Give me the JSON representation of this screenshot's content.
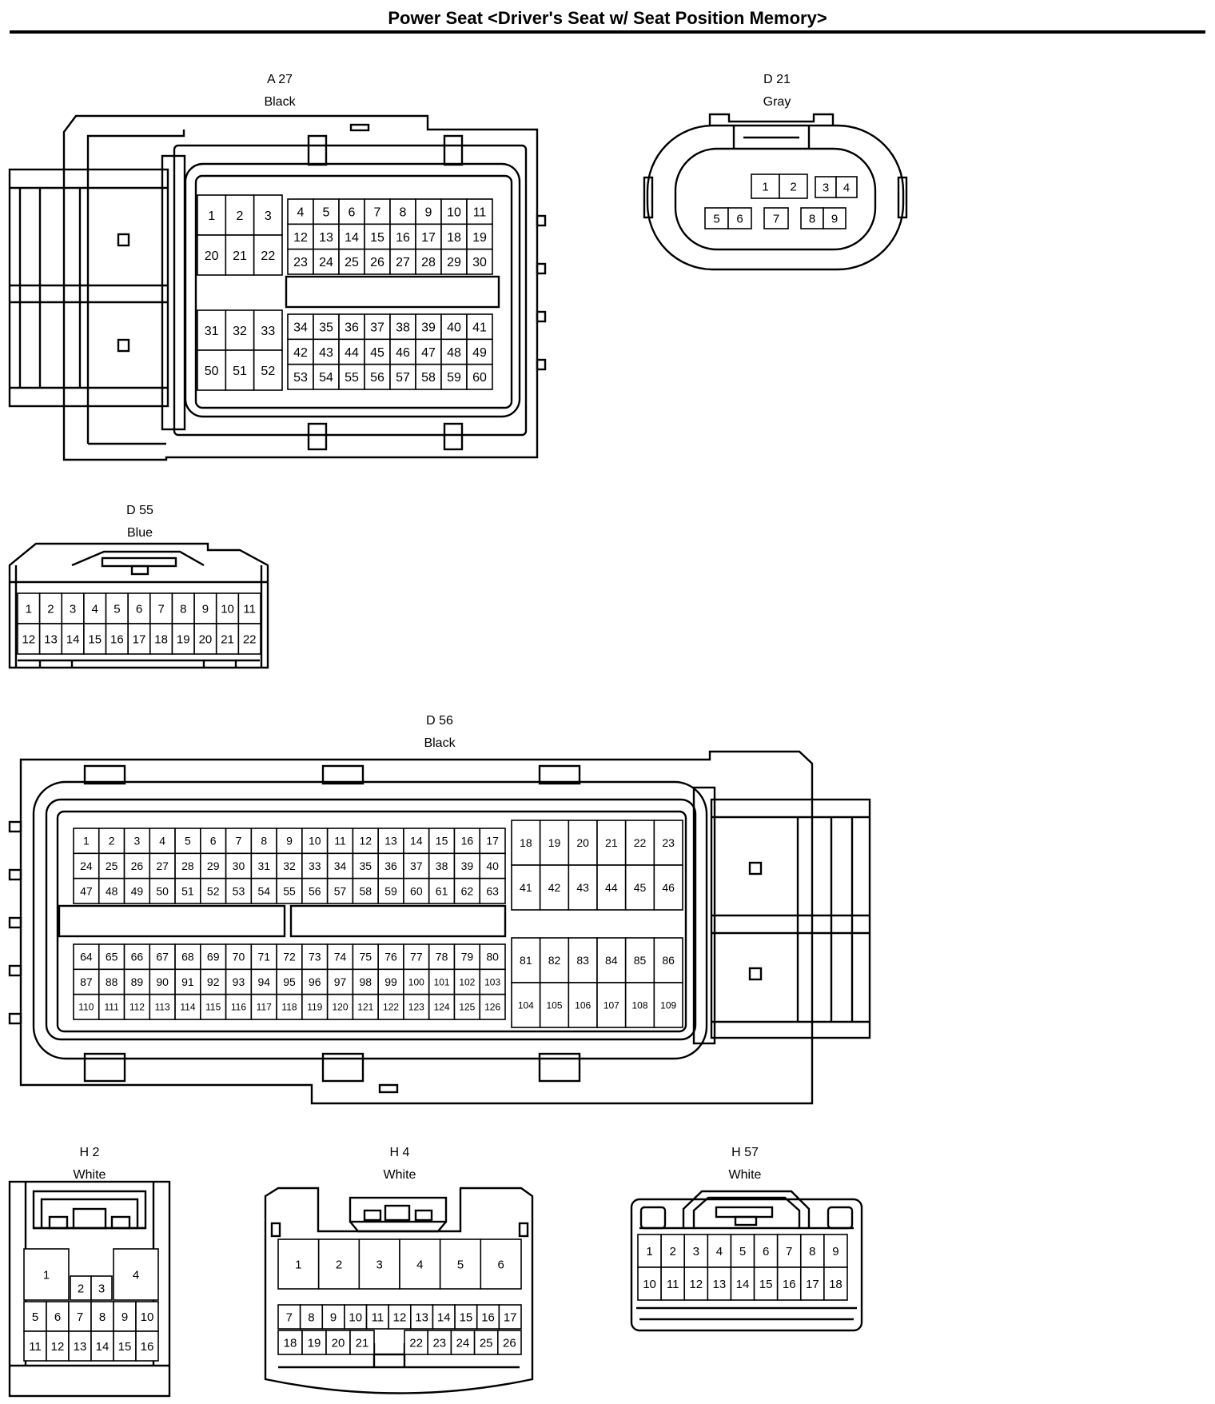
{
  "page": {
    "title": "Power Seat <Driver's Seat w/ Seat Position Memory>"
  },
  "connectors": [
    {
      "id": "A 27",
      "color": "Black",
      "blocks": [
        {
          "rows": [
            [
              "1",
              "2",
              "3"
            ],
            [
              "20",
              "21",
              "22"
            ]
          ]
        },
        {
          "rows": [
            [
              "4",
              "5",
              "6",
              "7",
              "8",
              "9",
              "10",
              "11"
            ],
            [
              "12",
              "13",
              "14",
              "15",
              "16",
              "17",
              "18",
              "19"
            ],
            [
              "23",
              "24",
              "25",
              "26",
              "27",
              "28",
              "29",
              "30"
            ]
          ]
        },
        {
          "rows": [
            [
              "31",
              "32",
              "33"
            ],
            [
              "50",
              "51",
              "52"
            ]
          ]
        },
        {
          "rows": [
            [
              "34",
              "35",
              "36",
              "37",
              "38",
              "39",
              "40",
              "41"
            ],
            [
              "42",
              "43",
              "44",
              "45",
              "46",
              "47",
              "48",
              "49"
            ],
            [
              "53",
              "54",
              "55",
              "56",
              "57",
              "58",
              "59",
              "60"
            ]
          ]
        }
      ]
    },
    {
      "id": "D 21",
      "color": "Gray",
      "blocks": [
        {
          "rows": [
            [
              "1",
              "2"
            ]
          ]
        },
        {
          "rows": [
            [
              "3",
              "4"
            ]
          ]
        },
        {
          "rows": [
            [
              "5",
              "6"
            ]
          ]
        },
        {
          "rows": [
            [
              "7"
            ]
          ]
        },
        {
          "rows": [
            [
              "8",
              "9"
            ]
          ]
        }
      ]
    },
    {
      "id": "D 55",
      "color": "Blue",
      "blocks": [
        {
          "rows": [
            [
              "1",
              "2",
              "3",
              "4",
              "5",
              "6",
              "7",
              "8",
              "9",
              "10",
              "11"
            ],
            [
              "12",
              "13",
              "14",
              "15",
              "16",
              "17",
              "18",
              "19",
              "20",
              "21",
              "22"
            ]
          ]
        }
      ]
    },
    {
      "id": "D 56",
      "color": "Black",
      "blocks": [
        {
          "rows": [
            [
              "1",
              "2",
              "3",
              "4",
              "5",
              "6",
              "7",
              "8",
              "9",
              "10",
              "11",
              "12",
              "13",
              "14",
              "15",
              "16",
              "17"
            ],
            [
              "24",
              "25",
              "26",
              "27",
              "28",
              "29",
              "30",
              "31",
              "32",
              "33",
              "34",
              "35",
              "36",
              "37",
              "38",
              "39",
              "40"
            ],
            [
              "47",
              "48",
              "49",
              "50",
              "51",
              "52",
              "53",
              "54",
              "55",
              "56",
              "57",
              "58",
              "59",
              "60",
              "61",
              "62",
              "63"
            ]
          ]
        },
        {
          "rows": [
            [
              "18",
              "19",
              "20",
              "21",
              "22",
              "23"
            ],
            [
              "41",
              "42",
              "43",
              "44",
              "45",
              "46"
            ]
          ]
        },
        {
          "rows": [
            [
              "64",
              "65",
              "66",
              "67",
              "68",
              "69",
              "70",
              "71",
              "72",
              "73",
              "74",
              "75",
              "76",
              "77",
              "78",
              "79",
              "80"
            ],
            [
              "87",
              "88",
              "89",
              "90",
              "91",
              "92",
              "93",
              "94",
              "95",
              "96",
              "97",
              "98",
              "99",
              "100",
              "101",
              "102",
              "103"
            ],
            [
              "110",
              "111",
              "112",
              "113",
              "114",
              "115",
              "116",
              "117",
              "118",
              "119",
              "120",
              "121",
              "122",
              "123",
              "124",
              "125",
              "126"
            ]
          ]
        },
        {
          "rows": [
            [
              "81",
              "82",
              "83",
              "84",
              "85",
              "86"
            ],
            [
              "104",
              "105",
              "106",
              "107",
              "108",
              "109"
            ]
          ]
        }
      ]
    },
    {
      "id": "H 2",
      "color": "White",
      "blocks": [
        {
          "rows": [
            [
              "1"
            ]
          ]
        },
        {
          "rows": [
            [
              "2",
              "3"
            ]
          ]
        },
        {
          "rows": [
            [
              "4"
            ]
          ]
        },
        {
          "rows": [
            [
              "5",
              "6",
              "7",
              "8",
              "9",
              "10"
            ],
            [
              "11",
              "12",
              "13",
              "14",
              "15",
              "16"
            ]
          ]
        }
      ]
    },
    {
      "id": "H 4",
      "color": "White",
      "blocks": [
        {
          "rows": [
            [
              "1",
              "2",
              "3",
              "4",
              "5",
              "6"
            ]
          ]
        },
        {
          "rows": [
            [
              "7",
              "8",
              "9",
              "10",
              "11",
              "12",
              "13",
              "14",
              "15",
              "16",
              "17"
            ]
          ]
        },
        {
          "rows": [
            [
              "18",
              "19",
              "20",
              "21"
            ]
          ]
        },
        {
          "rows": [
            [
              "22",
              "23",
              "24",
              "25",
              "26"
            ]
          ]
        }
      ]
    },
    {
      "id": "H 57",
      "color": "White",
      "blocks": [
        {
          "rows": [
            [
              "1",
              "2",
              "3",
              "4",
              "5",
              "6",
              "7",
              "8",
              "9"
            ],
            [
              "10",
              "11",
              "12",
              "13",
              "14",
              "15",
              "16",
              "17",
              "18"
            ]
          ]
        }
      ]
    }
  ]
}
